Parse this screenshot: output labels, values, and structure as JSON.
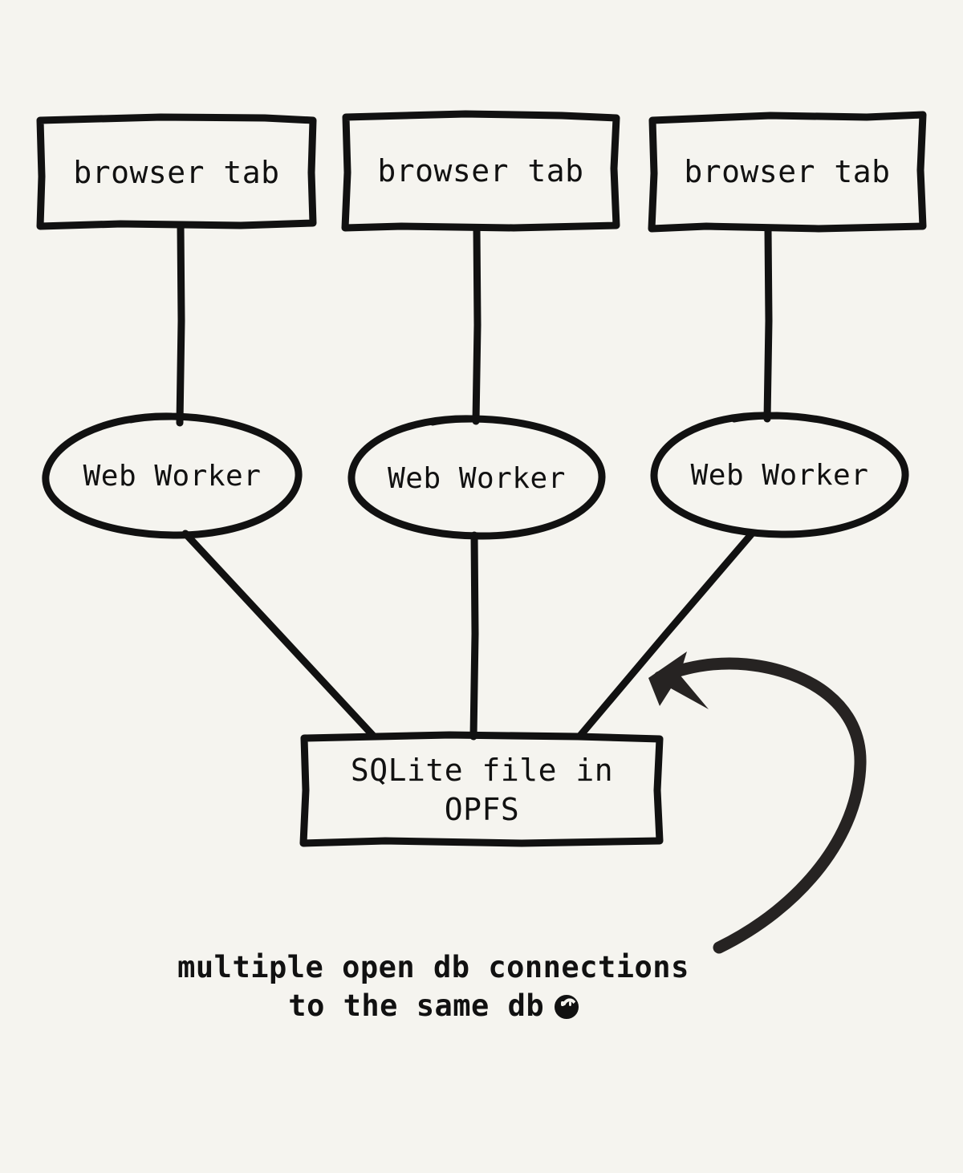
{
  "diagram": {
    "title": "Multiple browser tabs opening the same SQLite file in OPFS",
    "background_color": "#f5f4ef",
    "stroke_color": "#111111",
    "arrow_color": "#262322",
    "tabs": [
      {
        "label": "browser tab"
      },
      {
        "label": "browser tab"
      },
      {
        "label": "browser tab"
      }
    ],
    "workers": [
      {
        "label": "Web Worker"
      },
      {
        "label": "Web Worker"
      },
      {
        "label": "Web Worker"
      }
    ],
    "store": {
      "label": "SQLite file in\nOPFS"
    },
    "caption": {
      "line1": "multiple open db connections",
      "line2": "to the same db",
      "emoji_name": "frowning-face"
    }
  }
}
